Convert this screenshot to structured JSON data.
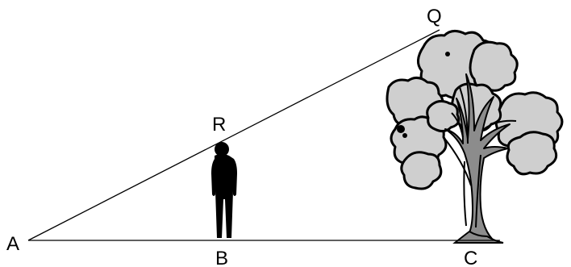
{
  "diagram": {
    "points": {
      "A": "A",
      "B": "B",
      "C": "C",
      "Q": "Q",
      "R": "R"
    },
    "colors": {
      "line": "#000000",
      "person": "#000000",
      "foliage": "#cfcfcf",
      "foliage_outline": "#000000",
      "trunk": "#8c8c8c",
      "background": "#ffffff"
    },
    "icons": {
      "person": "person-silhouette-icon",
      "tree": "tree-icon"
    }
  }
}
